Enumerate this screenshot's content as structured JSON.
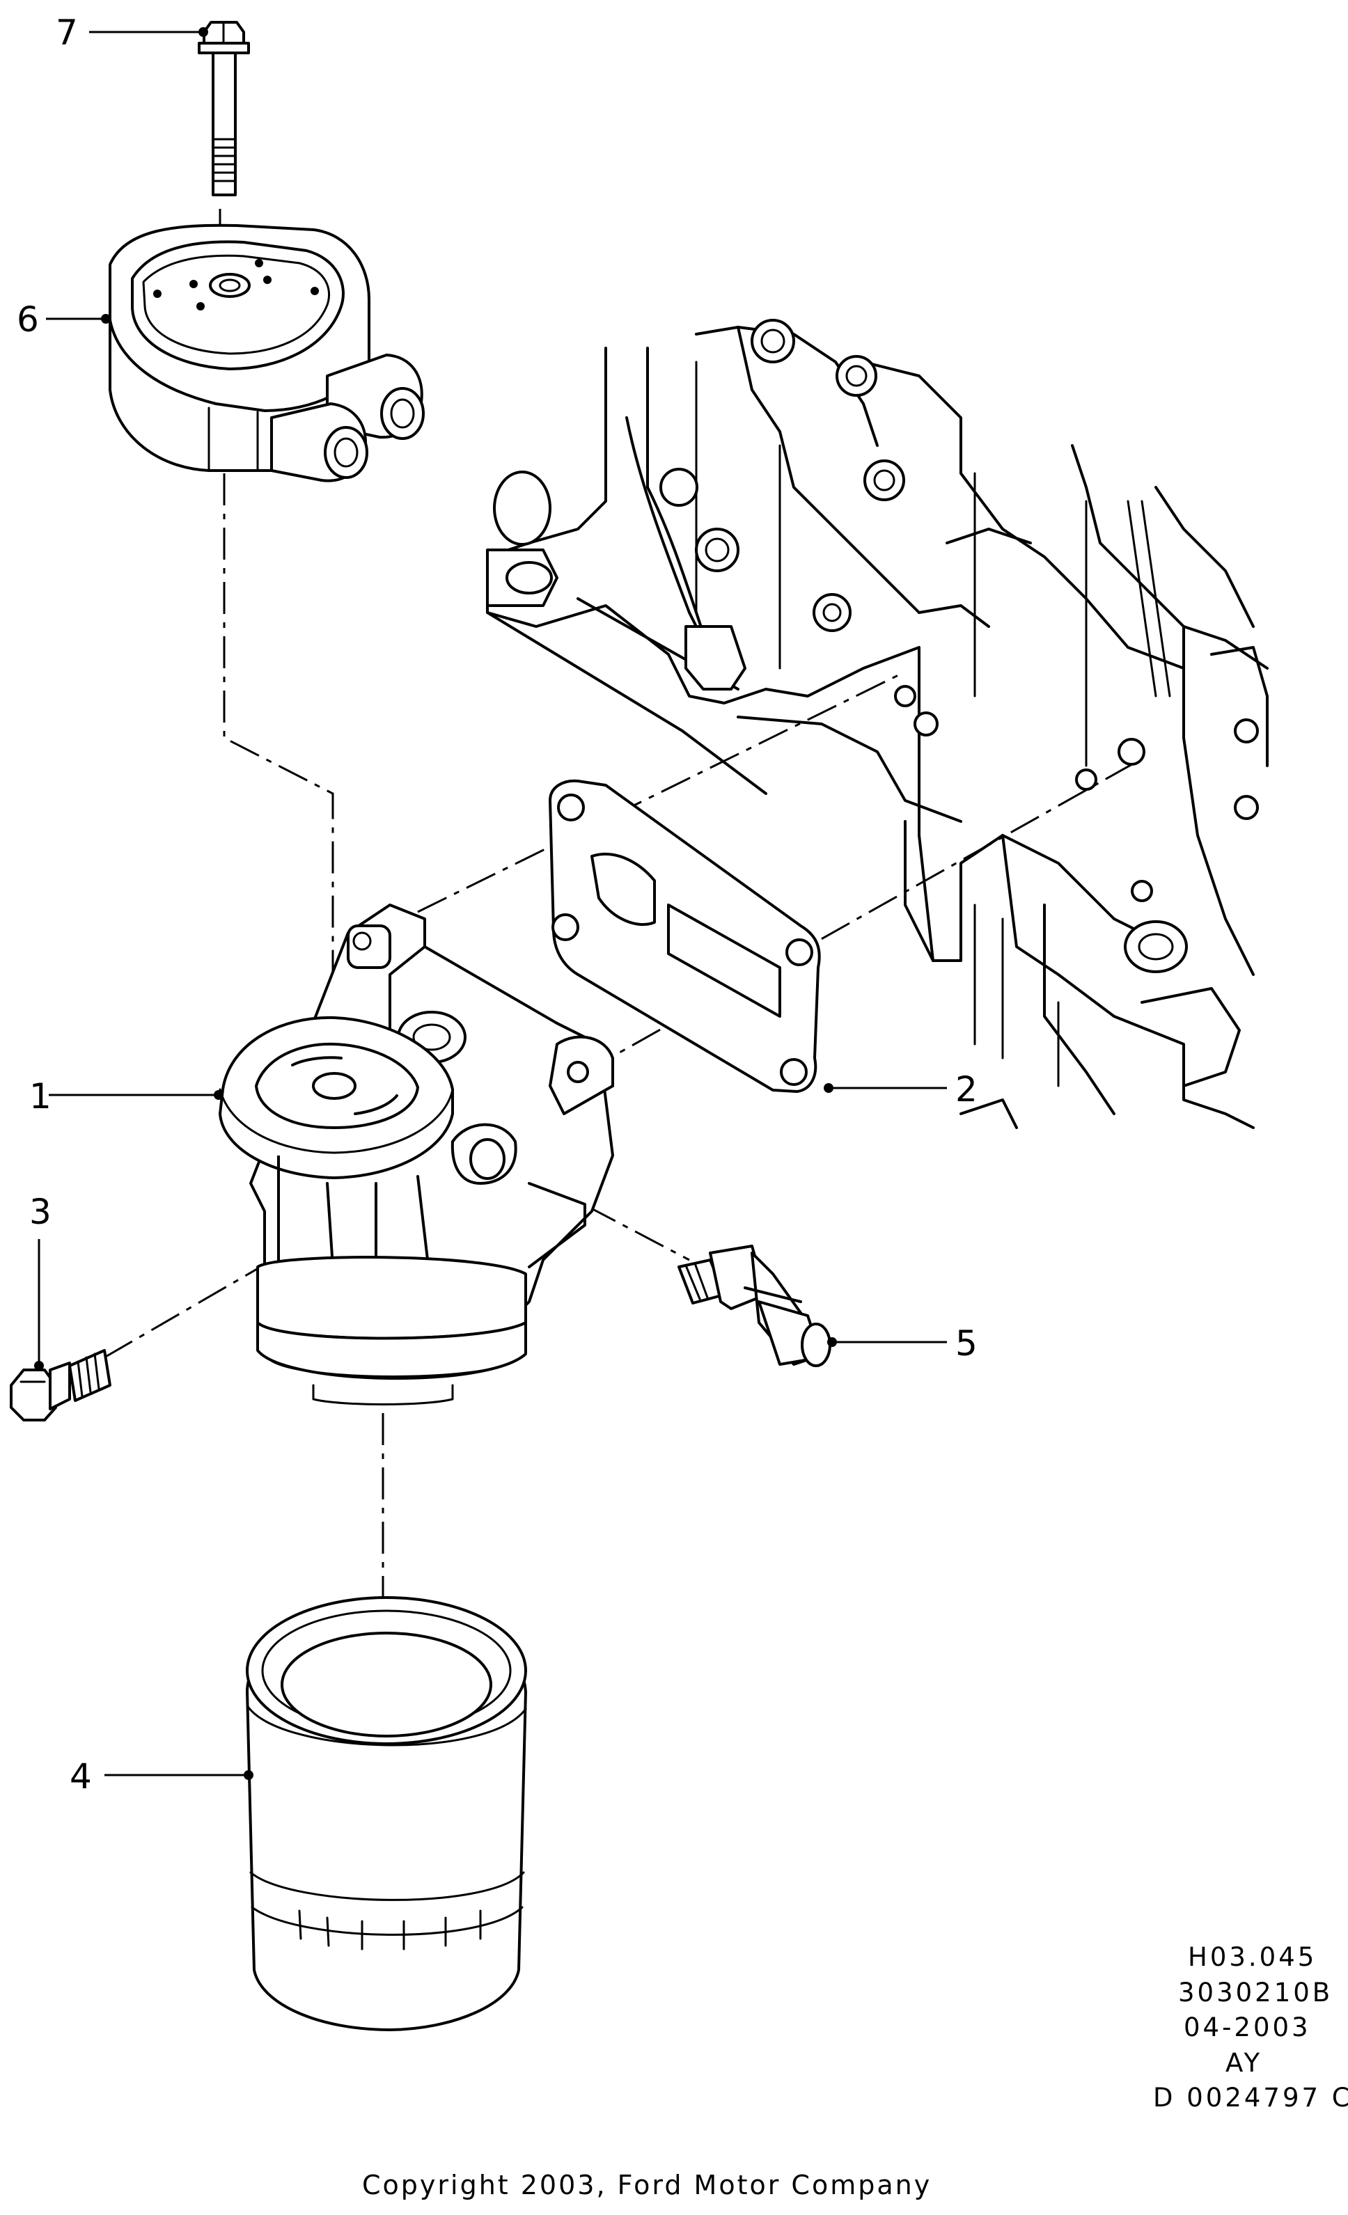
{
  "callouts": [
    {
      "id": "1",
      "label": "1"
    },
    {
      "id": "2",
      "label": "2"
    },
    {
      "id": "3",
      "label": "3"
    },
    {
      "id": "4",
      "label": "4"
    },
    {
      "id": "5",
      "label": "5"
    },
    {
      "id": "6",
      "label": "6"
    },
    {
      "id": "7",
      "label": "7"
    }
  ],
  "reference_codes": [
    "H03.045",
    "3030210B",
    "04-2003",
    "AY",
    "D 0024797 C"
  ],
  "copyright": "Copyright 2003, Ford Motor Company"
}
